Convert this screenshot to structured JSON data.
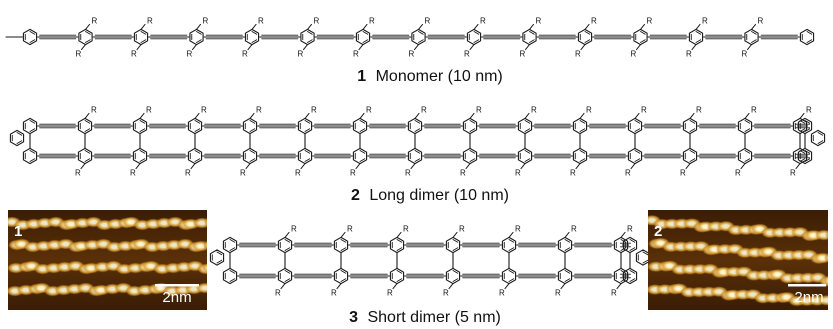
{
  "molecules": [
    {
      "id": "monomer",
      "number": "1",
      "label": "Monomer (10 nm)"
    },
    {
      "id": "long-dimer",
      "number": "2",
      "label": "Long dimer (10 nm)"
    },
    {
      "id": "short-dimer",
      "number": "3",
      "label": "Short dimer (5 nm)"
    }
  ],
  "substituent_label": "R",
  "stm_images": [
    {
      "id": "stm-left",
      "panel_label": "1",
      "scale_bar": "2nm"
    },
    {
      "id": "stm-right",
      "panel_label": "2",
      "scale_bar": "2nm"
    }
  ],
  "colors": {
    "bond": "#1a1a1a",
    "stm_dark": "#3a1d05",
    "stm_mid": "#a8640f",
    "stm_bright": "#fff6c0",
    "stm_peak": "#ffffff"
  }
}
